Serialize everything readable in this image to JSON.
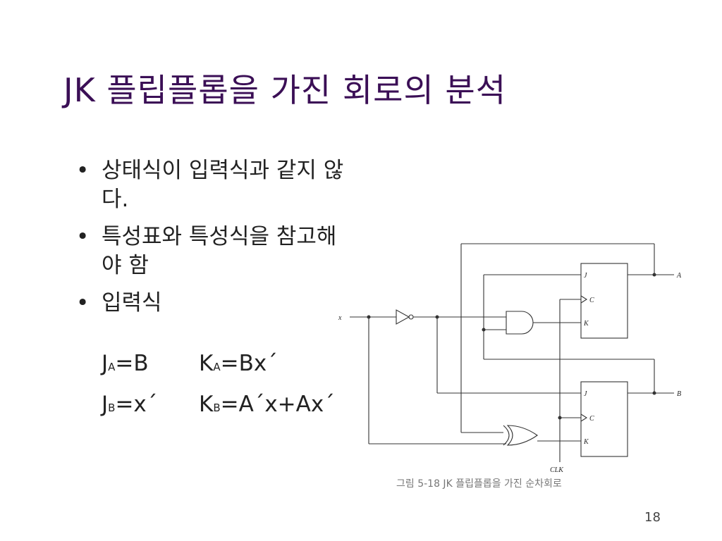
{
  "slide": {
    "title": "JK 플립플롭을 가진 회로의 분석",
    "bullets": [
      "상태식이 입력식과 같지 않다.",
      "특성표와 특성식을 참고해야 함",
      "입력식"
    ],
    "bullet_symbol": "•",
    "equations": {
      "ja": {
        "main": "J",
        "sub": "A",
        "rhs": "=B"
      },
      "ka": {
        "main": "K",
        "sub": "A",
        "rhs": "=Bx´"
      },
      "jb": {
        "main": "J",
        "sub": "B",
        "rhs": "=x´"
      },
      "kb": {
        "main": "K",
        "sub": "B",
        "rhs": "=A´x+Ax´"
      }
    },
    "page_number": "18"
  },
  "figure": {
    "caption": "그림 5-18  JK 플립플롭을 가진 순차회로",
    "labels": {
      "input": "x",
      "output_a": "A",
      "output_b": "B",
      "clock": "CLK",
      "j": "J",
      "k": "K",
      "c": "C"
    }
  },
  "colors": {
    "title": "#3b0f56",
    "text": "#222222"
  }
}
